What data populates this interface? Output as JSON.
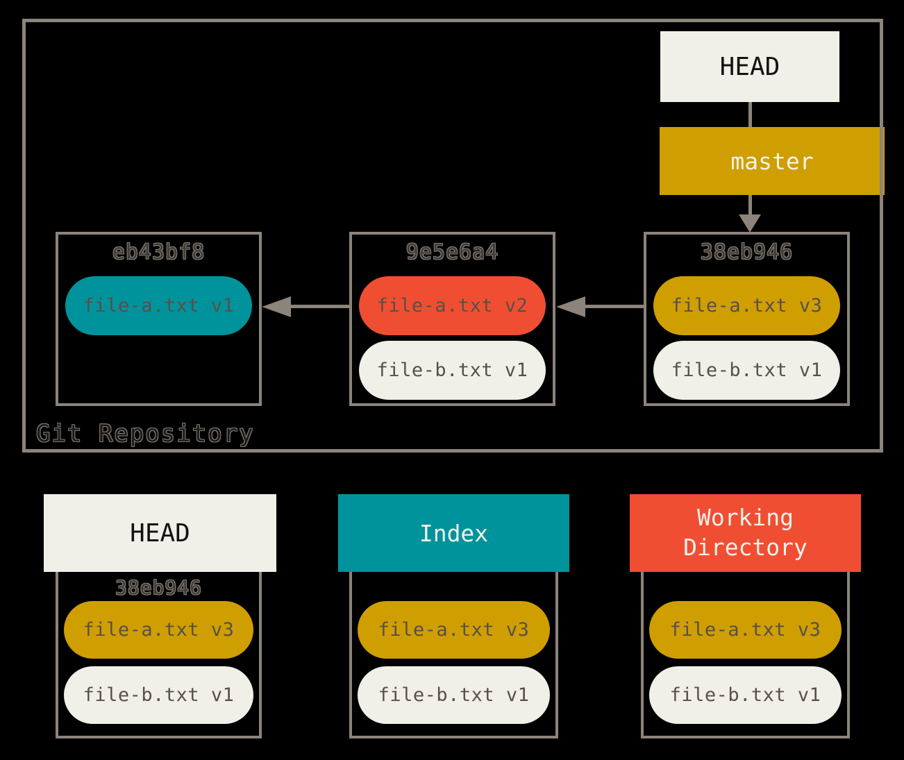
{
  "colors": {
    "background": "#000000",
    "box_border": "#8c847b",
    "arrow": "#8c847b",
    "offwhite": "#f0efe8",
    "teal": "#00939b",
    "gold": "#cf9e00",
    "red": "#f04e32",
    "dark_text": "#57504a"
  },
  "repository": {
    "label": "Git Repository",
    "head": {
      "label": "HEAD"
    },
    "branch": {
      "label": "master"
    },
    "commits": [
      {
        "hash": "eb43bf8",
        "files": [
          {
            "name": "file-a.txt v1",
            "color": "teal"
          }
        ]
      },
      {
        "hash": "9e5e6a4",
        "files": [
          {
            "name": "file-a.txt v2",
            "color": "red"
          },
          {
            "name": "file-b.txt v1",
            "color": "offwhite"
          }
        ]
      },
      {
        "hash": "38eb946",
        "files": [
          {
            "name": "file-a.txt v3",
            "color": "gold"
          },
          {
            "name": "file-b.txt v1",
            "color": "offwhite"
          }
        ]
      }
    ]
  },
  "trees": [
    {
      "title": "HEAD",
      "hash": "38eb946",
      "files": [
        {
          "name": "file-a.txt v3",
          "color": "gold"
        },
        {
          "name": "file-b.txt v1",
          "color": "offwhite"
        }
      ]
    },
    {
      "title": "Index",
      "files": [
        {
          "name": "file-a.txt v3",
          "color": "gold"
        },
        {
          "name": "file-b.txt v1",
          "color": "offwhite"
        }
      ]
    },
    {
      "title": "Working Directory",
      "files": [
        {
          "name": "file-a.txt v3",
          "color": "gold"
        },
        {
          "name": "file-b.txt v1",
          "color": "offwhite"
        }
      ]
    }
  ]
}
